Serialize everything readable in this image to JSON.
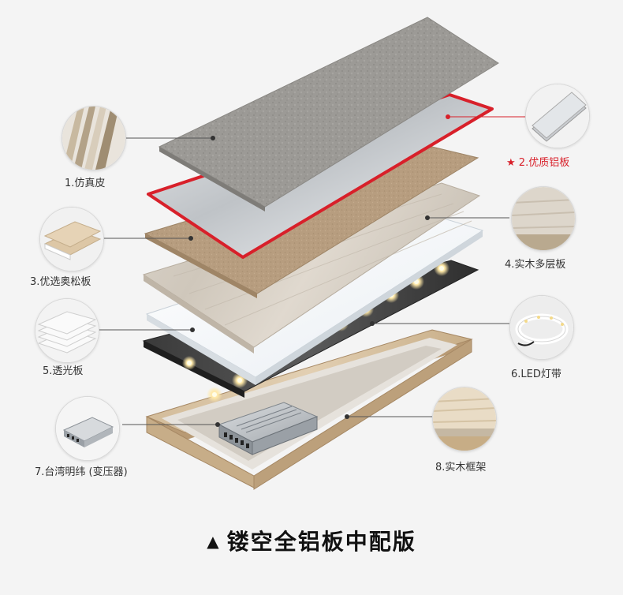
{
  "title": {
    "arrow": "▲",
    "text": "镂空全铝板中配版"
  },
  "callouts": {
    "c1": "1.仿真皮",
    "c2": "2.优质铝板",
    "c2_star": "★",
    "c3": "3.优选奥松板",
    "c4": "4.实木多层板",
    "c5": "5.透光板",
    "c6": "6.LED灯带",
    "c7": "7.台湾明纬 (变压器)",
    "c8": "8.实木框架"
  },
  "colors": {
    "highlight": "#d8202a",
    "background": "#f4f4f4"
  }
}
